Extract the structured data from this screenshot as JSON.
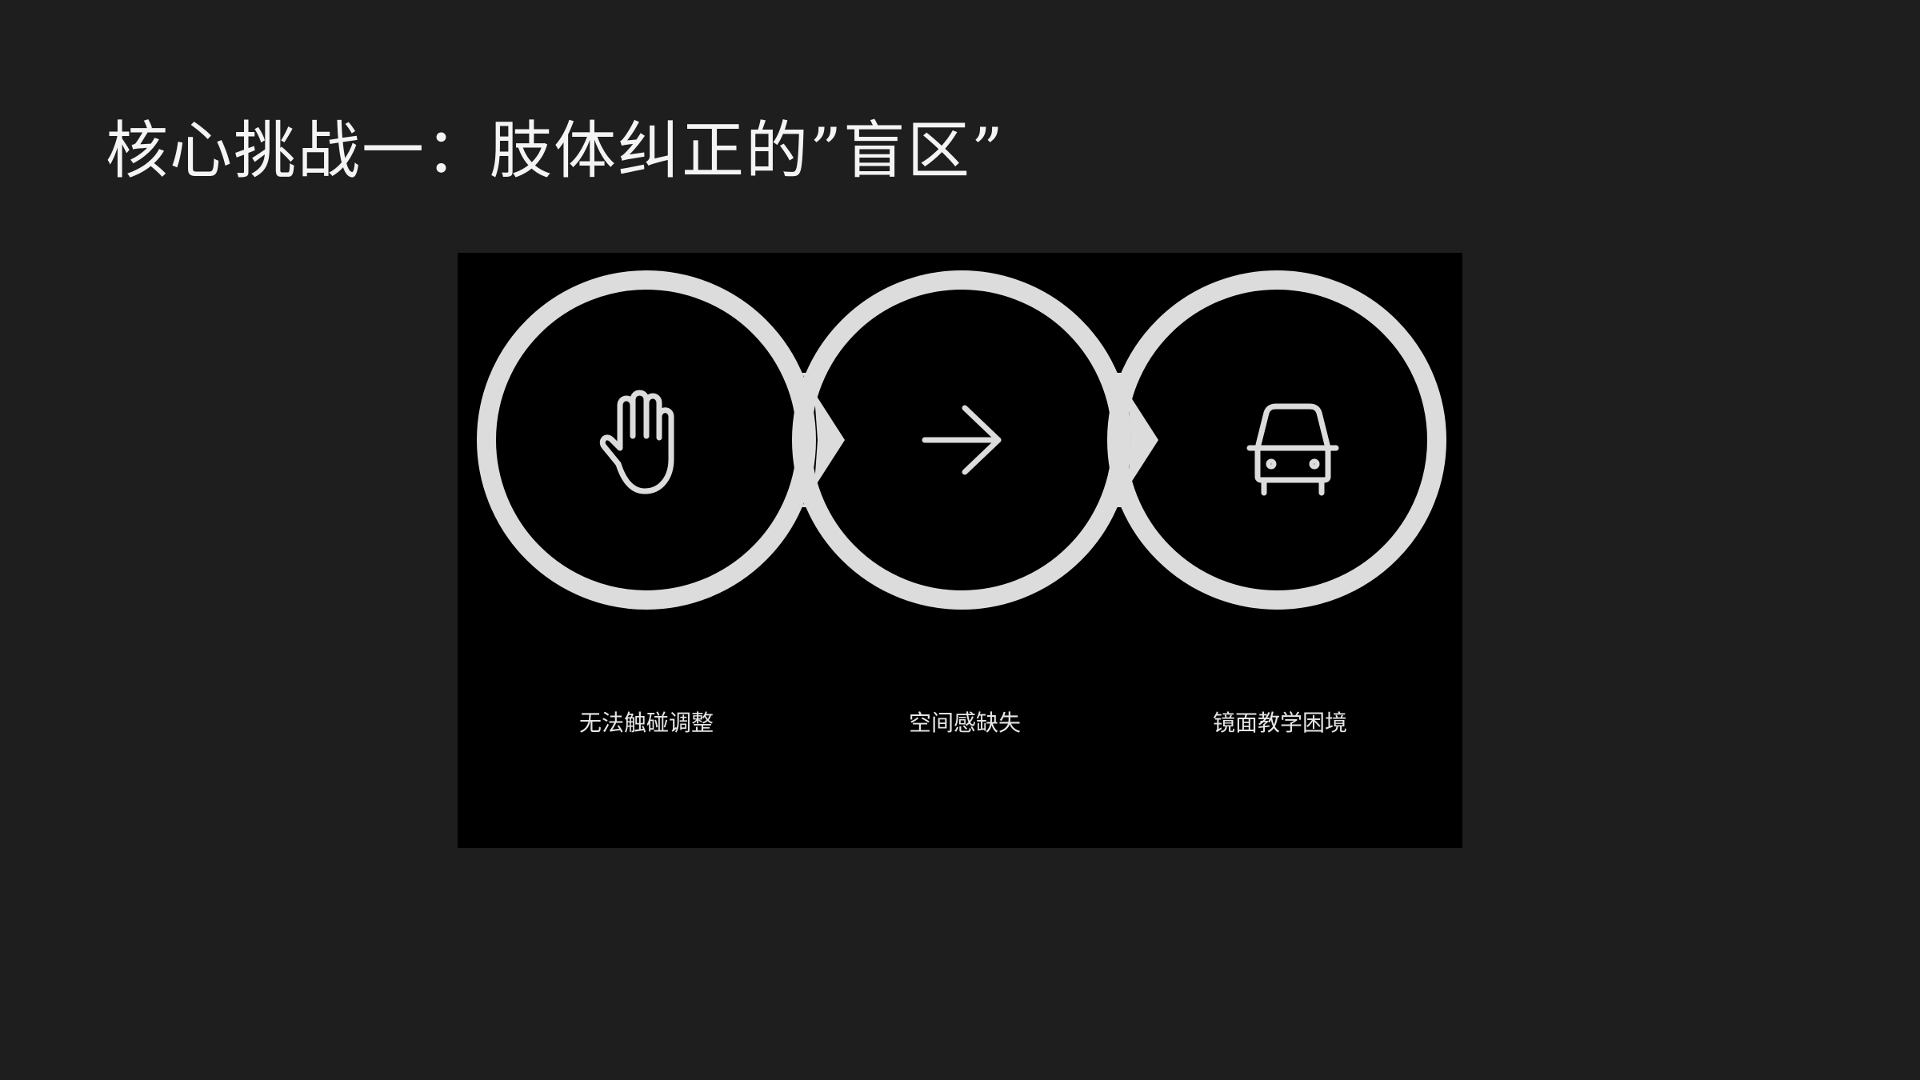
{
  "slide": {
    "title": "核心挑战一：肢体纠正的”盲区”"
  },
  "diagram": {
    "ring_color": "#dcdcdc",
    "panel_color": "#000000",
    "steps": [
      {
        "icon": "hand-icon",
        "label": "无法触碰调整"
      },
      {
        "icon": "arrow-right-icon",
        "label": "空间感缺失"
      },
      {
        "icon": "car-icon",
        "label": "镜面教学困境"
      }
    ]
  }
}
